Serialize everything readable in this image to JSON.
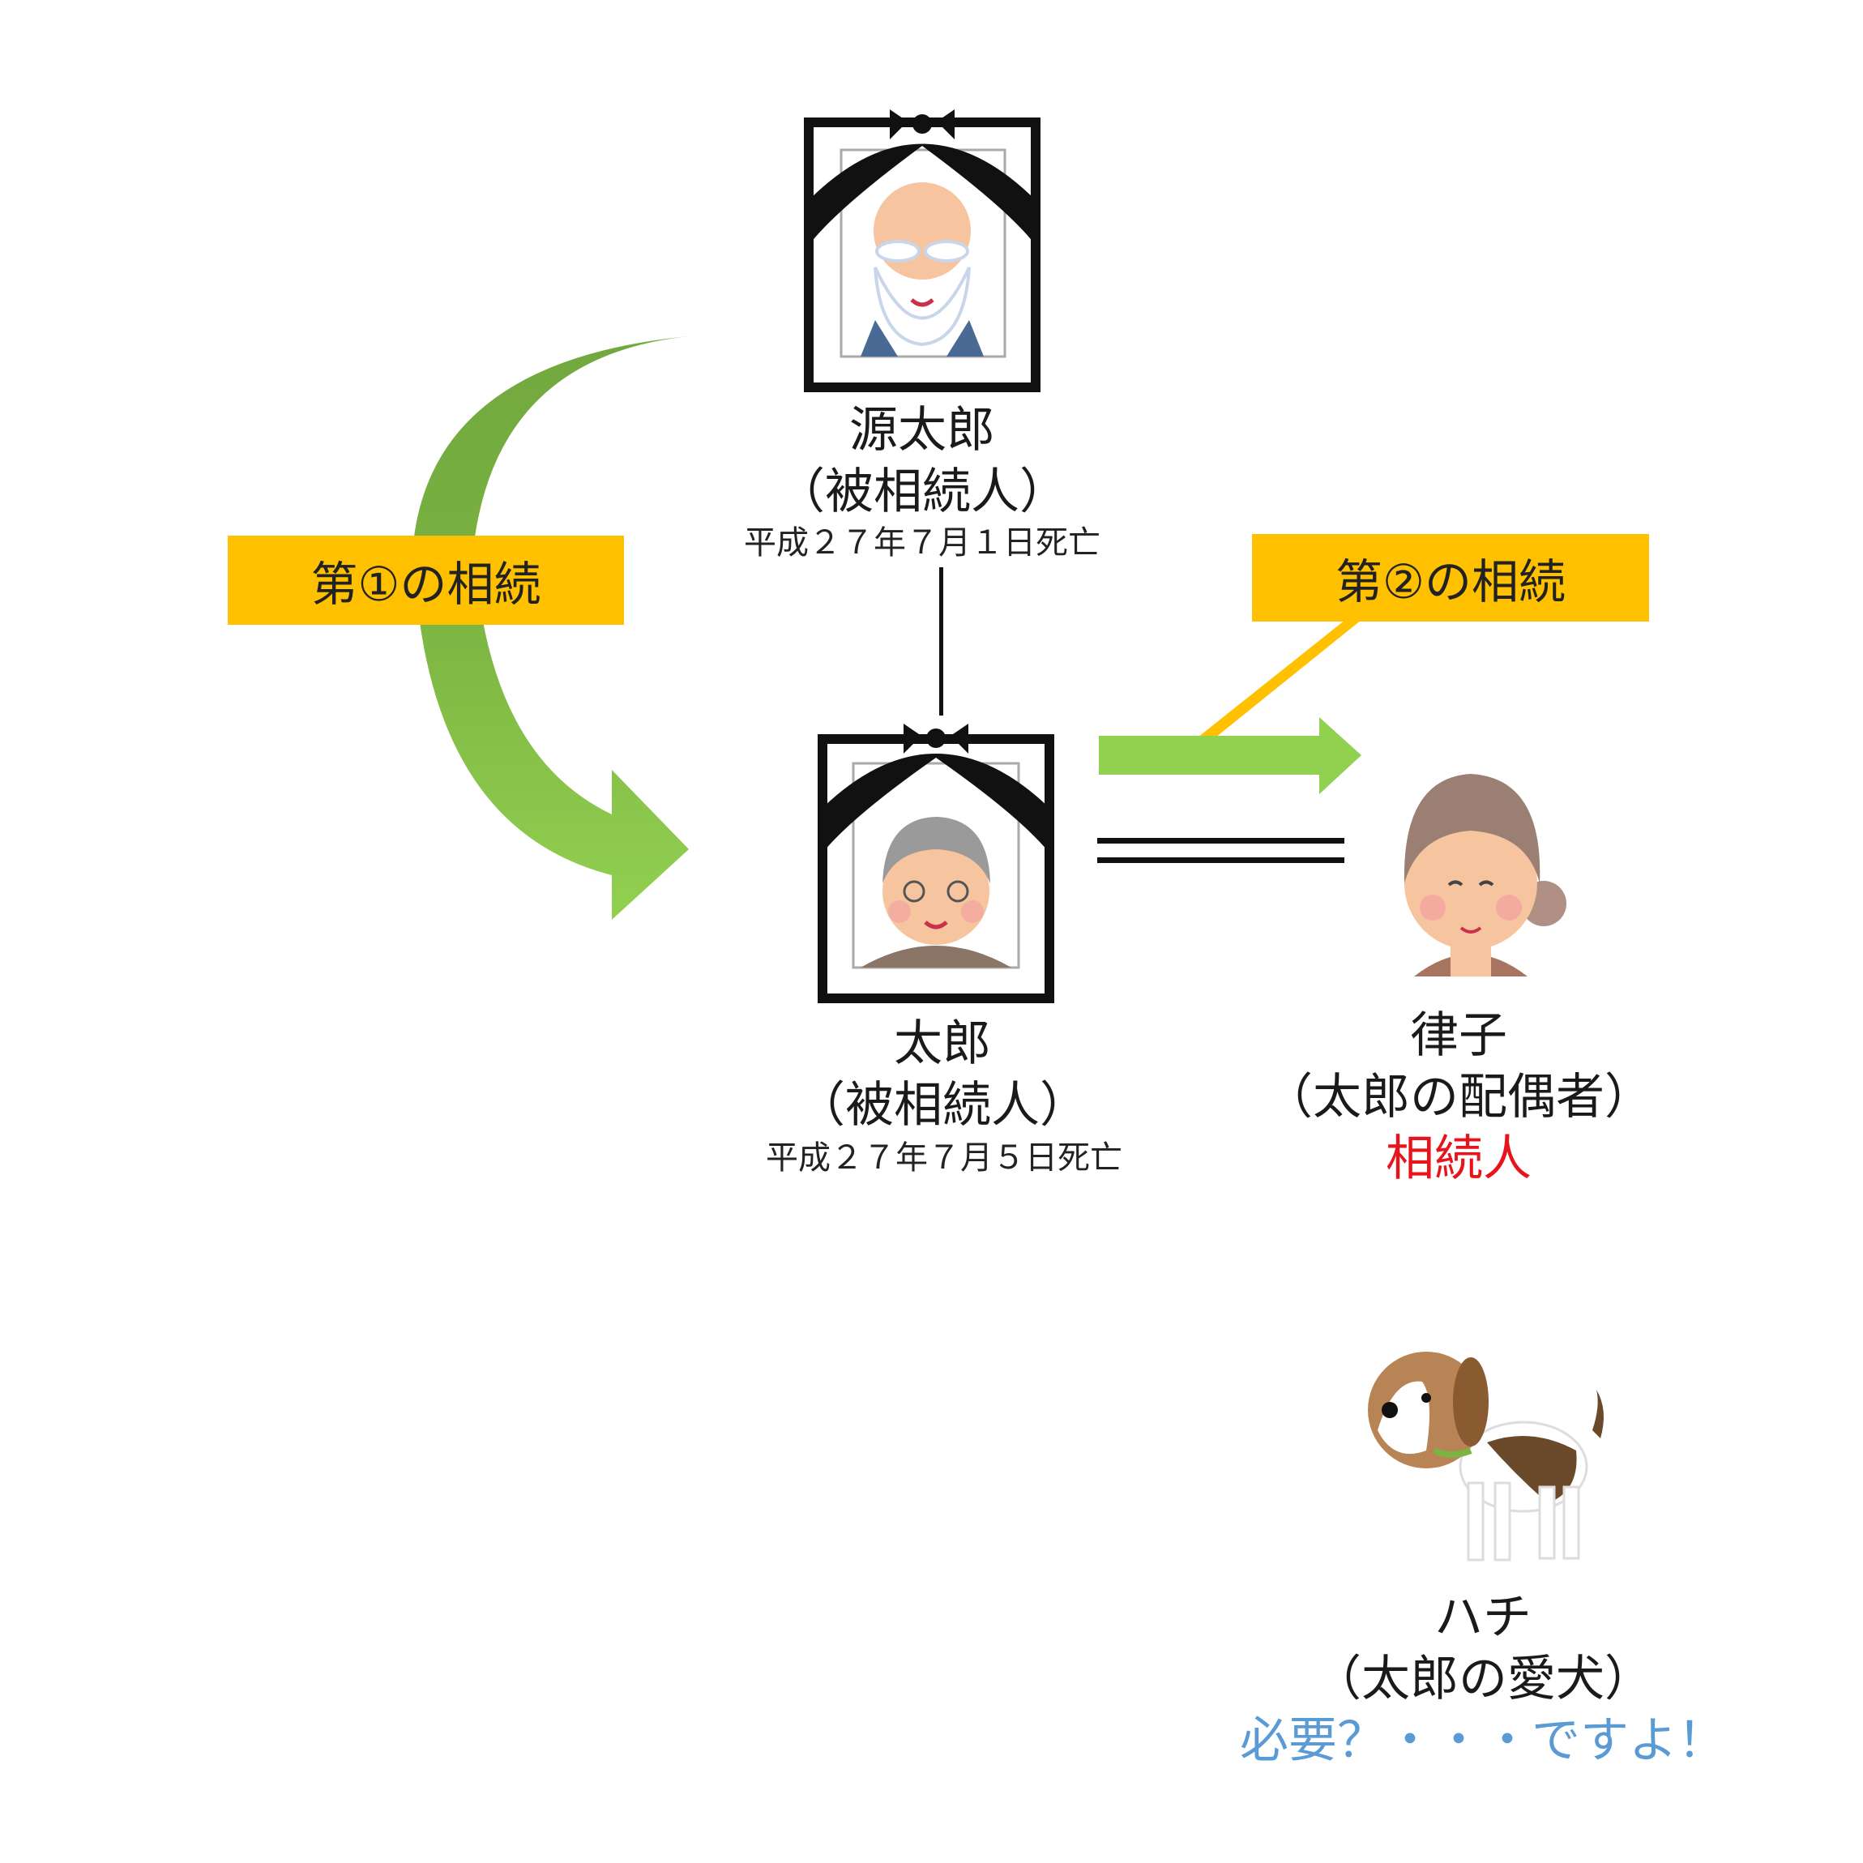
{
  "boxes": {
    "first": "第①の相続",
    "second": "第②の相続"
  },
  "grandfather": {
    "name": "源太郎",
    "role": "（被相続人）",
    "date": "平成２７年７月１日死亡"
  },
  "taro": {
    "name": "太郎",
    "role": "（被相続人）",
    "date": "平成２７年７月５日死亡"
  },
  "ritsuko": {
    "name": "律子",
    "role": "（太郎の配偶者）",
    "status": "相続人"
  },
  "hachi": {
    "name": "ハチ",
    "role": "（太郎の愛犬）",
    "note": "必要？・・・ですよ！"
  },
  "colors": {
    "arrow_dark": "#6fa53c",
    "arrow_light": "#92d050",
    "box": "#ffc000",
    "heir": "#e8141b",
    "note": "#5b9bd5"
  }
}
